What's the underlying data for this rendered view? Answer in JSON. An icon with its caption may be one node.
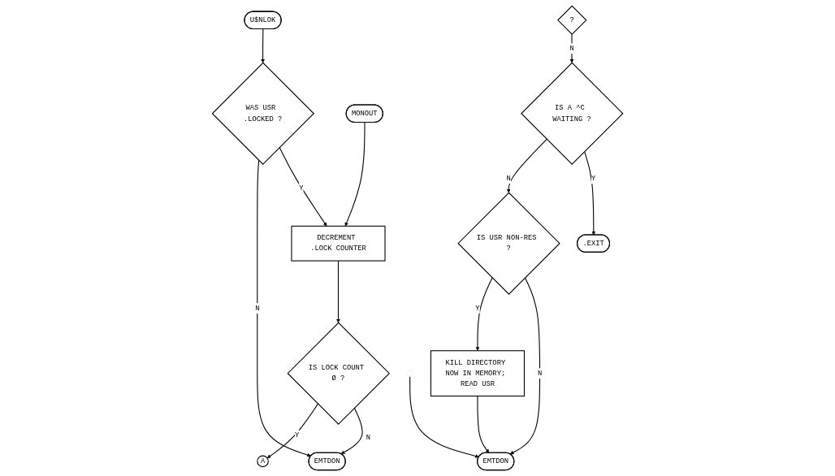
{
  "diagram": {
    "nodes": [
      {
        "text": [
          "U$NLOK"
        ]
      },
      {
        "text": [
          "WAS USR .LOCKED ?"
        ]
      },
      {
        "text": [
          "MONOUT"
        ]
      },
      {
        "text": [
          "DECREMENT .LOCK COUNTER"
        ]
      },
      {
        "text": [
          "IS LOCK COUNT Ø ?"
        ]
      },
      {
        "text": [
          "EMTDON"
        ]
      },
      {
        "text": [
          "A"
        ]
      },
      {
        "text": [
          "?"
        ]
      },
      {
        "text": [
          "IS A ^C WAITING ?"
        ]
      },
      {
        "text": [
          ".EXIT"
        ]
      },
      {
        "text": [
          "IS USR NON-RES ?"
        ]
      },
      {
        "text": [
          "KILL DIRECTORY NOW IN MEMORY; READ USR"
        ]
      },
      {
        "text": [
          "EMTDON"
        ]
      }
    ],
    "edges": [
      {
        "from": 0,
        "to": 1,
        "arrow": "to"
      },
      {
        "from": 1,
        "to": 3,
        "label": "Y",
        "arrow": "to"
      },
      {
        "from": 2,
        "to": 3,
        "arrow": "to"
      },
      {
        "from": 1,
        "to": 5,
        "label": "N",
        "arrow": "to"
      },
      {
        "from": 3,
        "to": 4,
        "arrow": "to"
      },
      {
        "from": 4,
        "to": 5,
        "label": "N",
        "arrow": "to"
      },
      {
        "from": 4,
        "to": 6,
        "label": "Y",
        "arrow": "to"
      },
      {
        "from": 7,
        "to": 8,
        "label": "N",
        "arrow": "to"
      },
      {
        "from": 8,
        "to": 9,
        "label": "Y",
        "arrow": "to"
      },
      {
        "from": 8,
        "to": 10,
        "label": "N",
        "arrow": "to"
      },
      {
        "from": 10,
        "to": 12,
        "label": "N",
        "arrow": "to"
      },
      {
        "from": null,
        "to": 12,
        "arrow": "to"
      },
      {
        "from": 10,
        "to": 11,
        "label": "Y",
        "arrow": "to"
      },
      {
        "from": 11,
        "to": 12,
        "arrow": "to"
      }
    ]
  }
}
